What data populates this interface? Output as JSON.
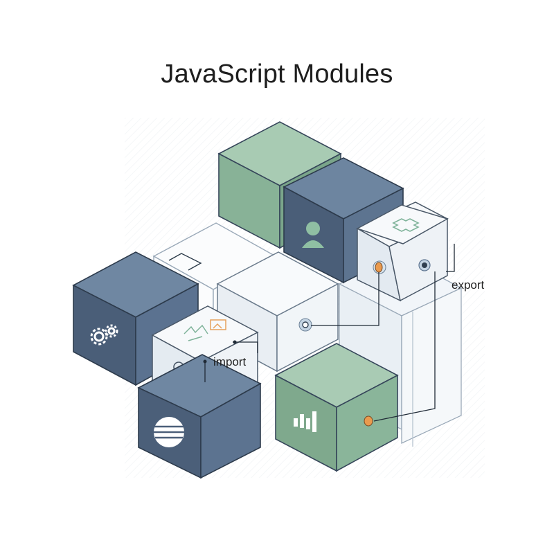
{
  "title": "JavaScript Modules",
  "labels": {
    "import": "import",
    "export": "export"
  },
  "colors": {
    "green": "#8db89c",
    "navy": "#556a85",
    "white": "#f3f6f9",
    "outline": "#3f4d5c",
    "port_orange": "#ea9a4e",
    "port_blue": "#a7bfd6"
  },
  "icons": [
    "user-icon",
    "puzzle-icon",
    "gears-icon",
    "image-icon",
    "user-icon",
    "globe-icon",
    "bar-chart-icon"
  ]
}
